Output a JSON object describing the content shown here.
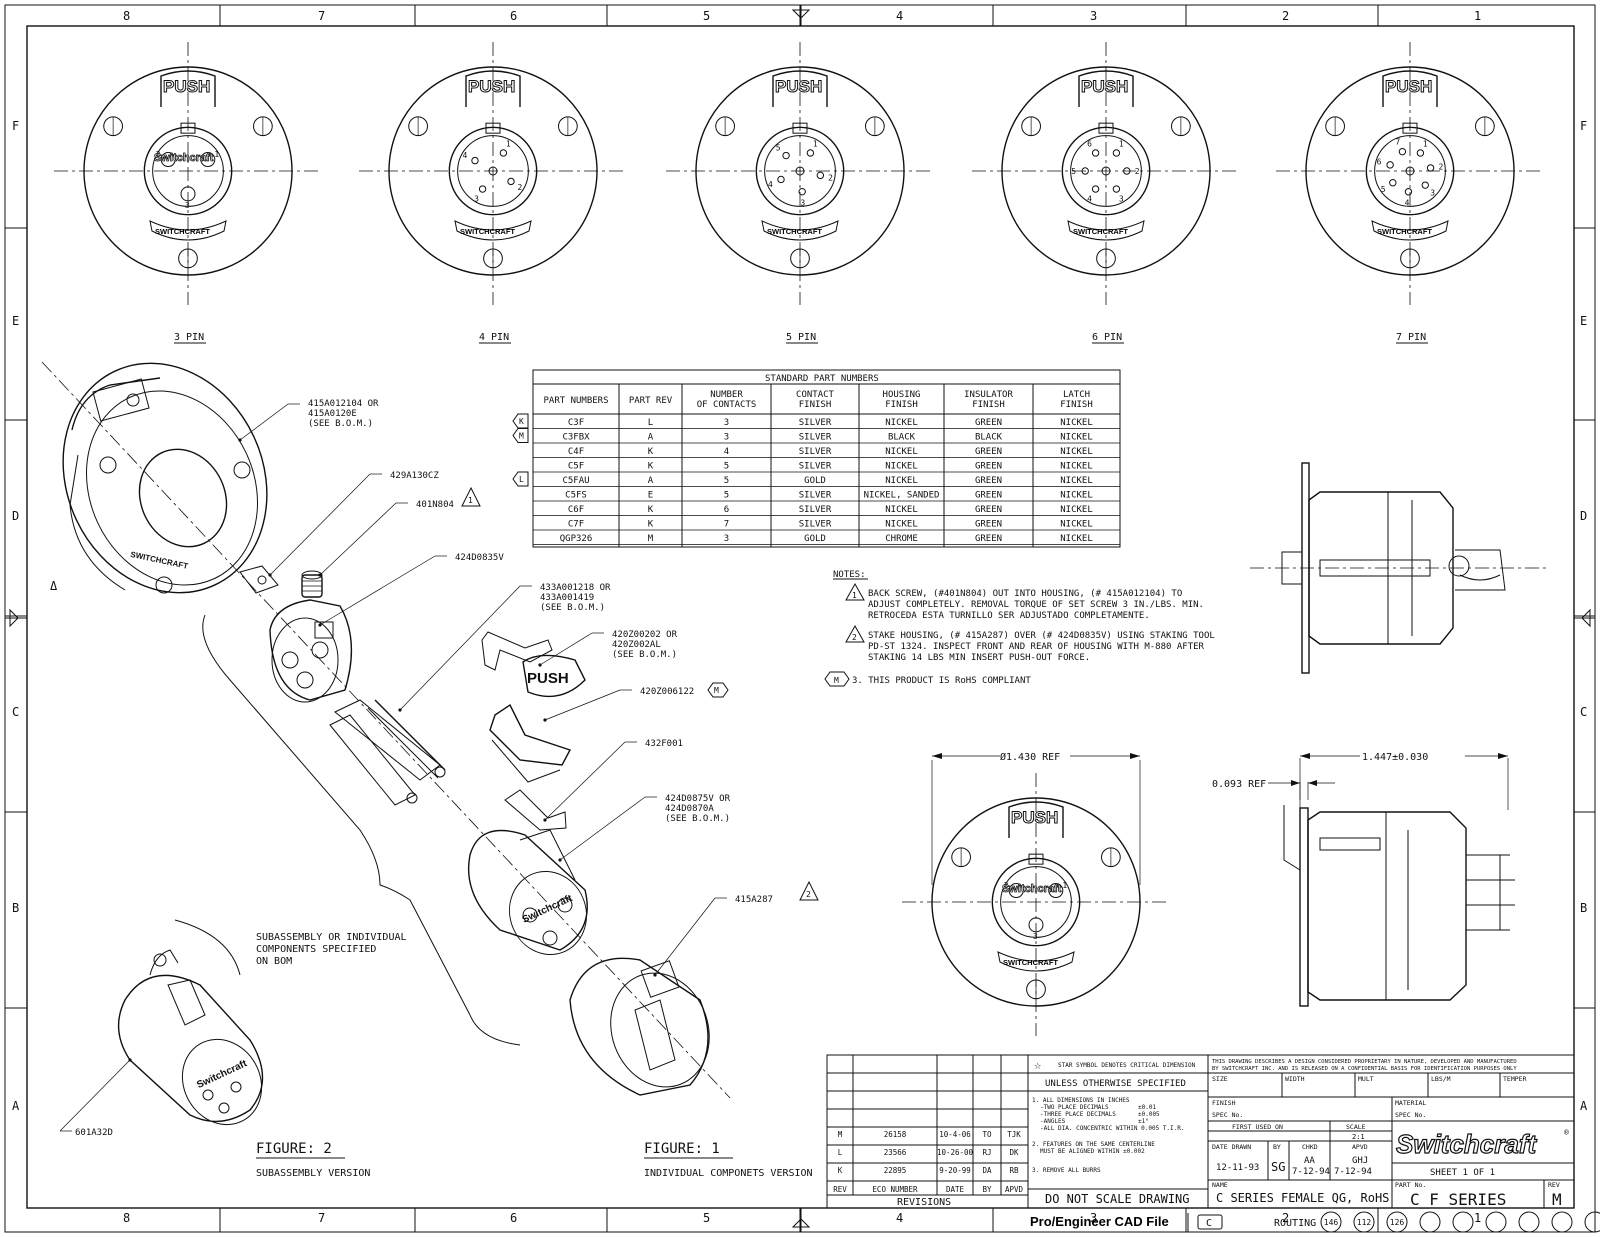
{
  "border": {
    "zones_top": [
      "8",
      "7",
      "6",
      "5",
      "4",
      "3",
      "2",
      "1"
    ],
    "zones_bottom": [
      "8",
      "7",
      "6",
      "5",
      "4",
      "3",
      "2",
      "1"
    ],
    "zones_side": [
      "F",
      "E",
      "D",
      "C",
      "B",
      "A"
    ]
  },
  "front_views": [
    {
      "push": "PUSH",
      "label": "3 PIN",
      "brand": "Switchcraft",
      "logo": "SWITCHCRAFT",
      "pins": [
        "1",
        "2",
        "3"
      ]
    },
    {
      "push": "PUSH",
      "label": "4 PIN",
      "brand": "",
      "logo": "SWITCHCRAFT",
      "pins": [
        "1",
        "2",
        "3",
        "4"
      ]
    },
    {
      "push": "PUSH",
      "label": "5 PIN",
      "brand": "",
      "logo": "SWITCHCRAFT",
      "pins": [
        "1",
        "2",
        "3",
        "4",
        "5"
      ]
    },
    {
      "push": "PUSH",
      "label": "6 PIN",
      "brand": "",
      "logo": "SWITCHCRAFT",
      "pins": [
        "1",
        "2",
        "3",
        "4",
        "5",
        "6"
      ]
    },
    {
      "push": "PUSH",
      "label": "7 PIN",
      "brand": "",
      "logo": "SWITCHCRAFT",
      "pins": [
        "1",
        "2",
        "3",
        "4",
        "5",
        "6",
        "7"
      ]
    }
  ],
  "table": {
    "title": "STANDARD PART NUMBERS",
    "headers": [
      [
        "PART NUMBERS"
      ],
      [
        "PART REV"
      ],
      [
        "NUMBER",
        "OF CONTACTS"
      ],
      [
        "CONTACT",
        "FINISH"
      ],
      [
        "HOUSING",
        "FINISH"
      ],
      [
        "INSULATOR",
        "FINISH"
      ],
      [
        "LATCH",
        "FINISH"
      ]
    ],
    "rows": [
      {
        "mark": "K",
        "cells": [
          "C3F",
          "L",
          "3",
          "SILVER",
          "NICKEL",
          "GREEN",
          "NICKEL"
        ]
      },
      {
        "mark": "M",
        "cells": [
          "C3FBX",
          "A",
          "3",
          "SILVER",
          "BLACK",
          "BLACK",
          "NICKEL"
        ]
      },
      {
        "mark": "",
        "cells": [
          "C4F",
          "K",
          "4",
          "SILVER",
          "NICKEL",
          "GREEN",
          "NICKEL"
        ]
      },
      {
        "mark": "",
        "cells": [
          "C5F",
          "K",
          "5",
          "SILVER",
          "NICKEL",
          "GREEN",
          "NICKEL"
        ]
      },
      {
        "mark": "L",
        "cells": [
          "C5FAU",
          "A",
          "5",
          "GOLD",
          "NICKEL",
          "GREEN",
          "NICKEL"
        ]
      },
      {
        "mark": "",
        "cells": [
          "C5FS",
          "E",
          "5",
          "SILVER",
          "NICKEL, SANDED",
          "GREEN",
          "NICKEL"
        ]
      },
      {
        "mark": "",
        "cells": [
          "C6F",
          "K",
          "6",
          "SILVER",
          "NICKEL",
          "GREEN",
          "NICKEL"
        ]
      },
      {
        "mark": "",
        "cells": [
          "C7F",
          "K",
          "7",
          "SILVER",
          "NICKEL",
          "GREEN",
          "NICKEL"
        ]
      },
      {
        "mark": "",
        "cells": [
          "QGP326",
          "M",
          "3",
          "GOLD",
          "CHROME",
          "GREEN",
          "NICKEL"
        ]
      }
    ]
  },
  "notes": {
    "title": "NOTES:",
    "items": [
      {
        "mark": "1",
        "lines": [
          "BACK SCREW, (#401N804) OUT INTO HOUSING, (# 415A012104) TO",
          "ADJUST COMPLETELY. REMOVAL TORQUE OF SET SCREW 3 IN./LBS. MIN.",
          "RETROCEDA ESTA TURNILLO SER ADJUSTADO COMPLETAMENTE."
        ]
      },
      {
        "mark": "2",
        "lines": [
          "STAKE HOUSING, (# 415A287) OVER (# 424D0835V) USING STAKING TOOL",
          "PD-ST 1324. INSPECT FRONT AND REAR OF HOUSING WITH M-880 AFTER",
          "STAKING  14 LBS MIN  INSERT PUSH-OUT FORCE."
        ]
      },
      {
        "mark": "M",
        "lines": [
          "3. THIS PRODUCT IS RoHS COMPLIANT"
        ]
      }
    ]
  },
  "callouts": [
    {
      "lines": [
        "415A012104 OR",
        "415A0120E",
        "(SEE B.O.M.)"
      ]
    },
    {
      "lines": [
        "429A130CZ"
      ]
    },
    {
      "lines": [
        "401N804"
      ],
      "mark": "1"
    },
    {
      "lines": [
        "424D0835V"
      ]
    },
    {
      "lines": [
        "433A001218 OR",
        "433A001419",
        "(SEE B.O.M.)"
      ]
    },
    {
      "lines": [
        "420Z00202 OR",
        "420Z002AL",
        "(SEE B.O.M.)"
      ]
    },
    {
      "lines": [
        "420Z006122"
      ],
      "mark": "M"
    },
    {
      "lines": [
        "432F001"
      ]
    },
    {
      "lines": [
        "424D0875V OR",
        "424D0870A",
        "(SEE B.O.M.)"
      ]
    },
    {
      "lines": [
        "415A287"
      ],
      "mark": "2"
    },
    {
      "lines": [
        "601A32D"
      ]
    }
  ],
  "exploded_push": "PUSH",
  "exploded_brand": "Switchcraft",
  "exploded_logo": "SWITCHCRAFT",
  "delta_label": "Δ",
  "subassembly_note": [
    "SUBASSEMBLY OR INDIVIDUAL",
    "COMPONENTS SPECIFIED",
    "ON BOM"
  ],
  "figure2": {
    "title": "FIGURE:  2",
    "caption": "SUBASSEMBLY  VERSION"
  },
  "figure1": {
    "title": "FIGURE:  1",
    "caption": "INDIVIDUAL COMPONETS VERSION"
  },
  "dims": {
    "dia": "Ø1.430 REF",
    "length": "1.447±0.030",
    "flange": "0.093 REF"
  },
  "detail_front": {
    "push": "PUSH",
    "brand": "Switchcraft",
    "logo": "SWITCHCRAFT",
    "pins": [
      "1",
      "2",
      "3"
    ]
  },
  "revisions": {
    "rows": [
      [
        "M",
        "26158",
        "10-4-06",
        "TO",
        "TJK"
      ],
      [
        "L",
        "23566",
        "10-26-00",
        "RJ",
        "DK"
      ],
      [
        "K",
        "22895",
        "9-20-99",
        "DA",
        "RB"
      ]
    ],
    "header": [
      "REV",
      "ECO NUMBER",
      "DATE",
      "BY",
      "APVD"
    ],
    "title": "REVISIONS"
  },
  "spec": {
    "star": "STAR SYMBOL DENOTES CRITICAL DIMENSION",
    "unless": "UNLESS OTHERWISE SPECIFIED",
    "l1": "1. ALL DIMENSIONS IN INCHES",
    "l2a": "-TWO PLACE DECIMALS",
    "l2b": "±0.01",
    "l3a": "-THREE PLACE DECIMALS",
    "l3b": "±0.005",
    "l4a": "-ANGLES",
    "l4b": "±1°",
    "l5": "-ALL DIA. CONCENTRIC WITHIN 0.005 T.I.R.",
    "l6": "2. FEATURES ON THE SAME CENTERLINE",
    "l7": "MUST BE ALIGNED WITHIN ±0.002",
    "l8": "3. REMOVE ALL BURRS",
    "noscale": "DO NOT SCALE DRAWING"
  },
  "title_block": {
    "prop1": "THIS DRAWING DESCRIBES A DESIGN CONSIDERED PROPRIETARY IN NATURE, DEVELOPED AND MANUFACTURED",
    "prop2": "BY SWITCHCRAFT INC. AND IS RELEASED ON A CONFIDENTIAL BASIS FOR IDENTIFICATION PURPOSES ONLY",
    "size": "SIZE",
    "width": "WIDTH",
    "mult": "MULT",
    "lbsm": "LBS/M",
    "temper": "TEMPER",
    "finish": "FINISH",
    "specno": "SPEC No.",
    "material": "MATERIAL",
    "specno2": "SPEC No.",
    "first_used": "FIRST USED ON",
    "scale_l": "SCALE",
    "scale_v": "2:1",
    "date_drawn_l": "DATE DRAWN",
    "by_l": "BY",
    "chkd_l": "CHKD",
    "apvd_l": "APVD",
    "date_drawn": "12-11-93",
    "by": "SG",
    "chkd": "AA",
    "chkd_date": "7-12-94",
    "apvd": "GHJ",
    "apvd_date": "7-12-94",
    "logo": "Switchcraft",
    "reg": "®",
    "sheet": "SHEET   1   OF   1",
    "name_l": "NAME",
    "name": "C SERIES FEMALE QG, RoHS",
    "partno_l": "PART No.",
    "partno": "C_F SERIES",
    "rev_l": "REV",
    "rev": "M"
  },
  "footer": {
    "cad": "Pro/Engineer CAD File",
    "c": "C",
    "routing": "ROUTING",
    "codes": [
      "146",
      "112",
      "126"
    ]
  }
}
